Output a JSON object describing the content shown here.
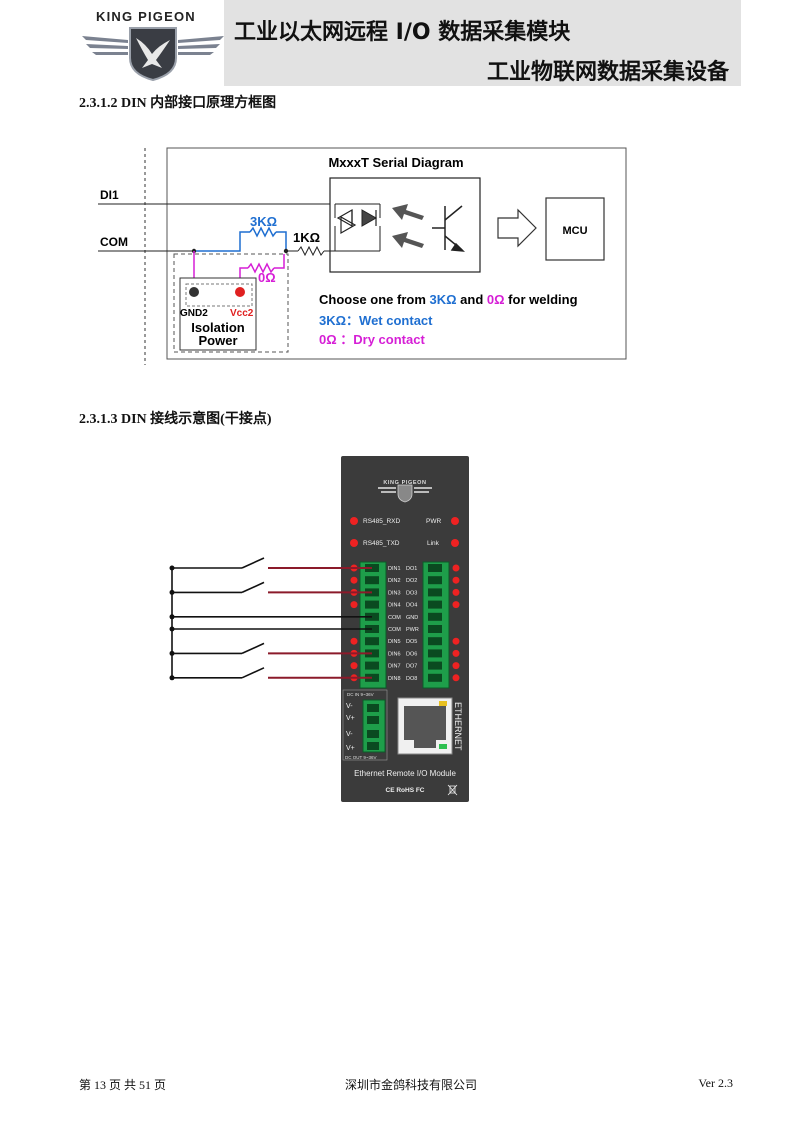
{
  "header": {
    "logo_text": "KING PIGEON",
    "title_line1": "工业以太网远程 I/O 数据采集模块",
    "title_line2": "工业物联网数据采集设备"
  },
  "section1": {
    "heading": "2.3.1.2   DIN  内部接口原理方框图",
    "diagram": {
      "title": "MxxxT Serial Diagram",
      "label_di1": "DI1",
      "label_com": "COM",
      "res_3k": "3KΩ",
      "res_1k": "1KΩ",
      "res_0": "0Ω",
      "mcu": "MCU",
      "gnd2": "GND2",
      "vcc2": "Vcc2",
      "iso1": "Isolation",
      "iso2": "Power",
      "choose_pre": "Choose one from ",
      "choose_3k": "3KΩ",
      "choose_and": " and ",
      "choose_0": "0Ω",
      "choose_post": " for welding",
      "wet": "3KΩ：Wet contact",
      "dry": "0Ω ：Dry contact"
    }
  },
  "section2": {
    "heading": "2.3.1.3   DIN  接线示意图(干接点)",
    "device": {
      "brand": "KING PIGEON",
      "rs485_rxd": "RS485_RXD",
      "rs485_txd": "RS485_TXD",
      "pwr": "PWR",
      "link": "Link",
      "rows": [
        {
          "left": "DIN1",
          "right": "DO1"
        },
        {
          "left": "DIN2",
          "right": "DO2"
        },
        {
          "left": "DIN3",
          "right": "DO3"
        },
        {
          "left": "DIN4",
          "right": "DO4"
        },
        {
          "left": "COM",
          "right": "GND"
        },
        {
          "left": "COM",
          "right": "PWR"
        },
        {
          "left": "DIN5",
          "right": "DO5"
        },
        {
          "left": "DIN6",
          "right": "DO6"
        },
        {
          "left": "DIN7",
          "right": "DO7"
        },
        {
          "left": "DIN8",
          "right": "DO8"
        }
      ],
      "dc_in": "DC  IN  9~36V",
      "dc_out": "DC OUT 9~36V",
      "vminus": "V-",
      "vplus": "V+",
      "ethernet": "ETHERNET",
      "model": "Ethernet Remote I/O Module",
      "certs": "CE RoHS FC"
    }
  },
  "footer": {
    "page": "第  13  页  共  51  页",
    "company": "深圳市金鸽科技有限公司",
    "version": "Ver 2.3"
  },
  "colors": {
    "blue": "#1f6fd1",
    "magenta": "#d61fd6",
    "wire_red": "#8b1a2a",
    "device": "#3b3b3b"
  }
}
